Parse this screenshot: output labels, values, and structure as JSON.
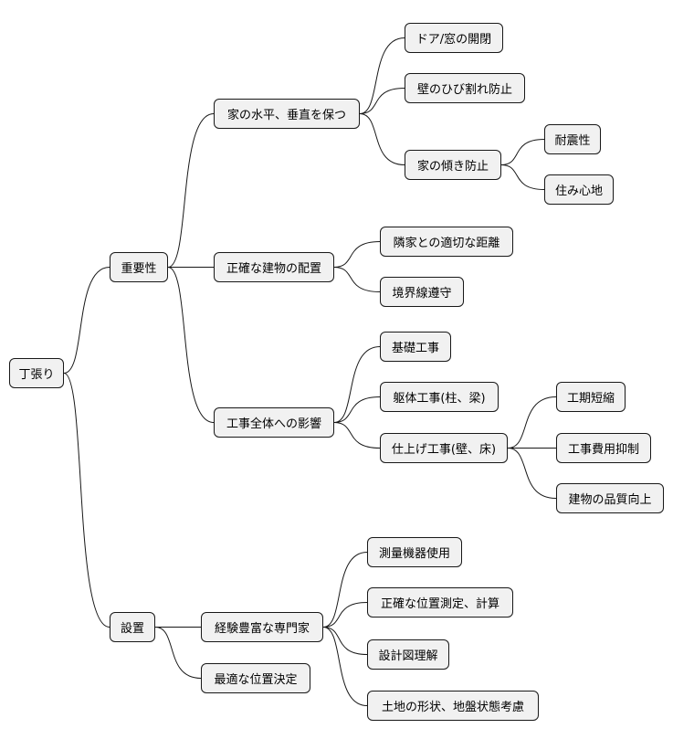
{
  "mindmap": {
    "root": "丁張り",
    "n_importance": "重要性",
    "n_level": "家の水平、垂直を保つ",
    "n_door": "ドア/窓の開閉",
    "n_crack": "壁のひび割れ防止",
    "n_tilt": "家の傾き防止",
    "n_quake": "耐震性",
    "n_comfort": "住み心地",
    "n_placement": "正確な建物の配置",
    "n_distance": "隣家との適切な距離",
    "n_boundary": "境界線遵守",
    "n_influence": "工事全体への影響",
    "n_foundation": "基礎工事",
    "n_frame": "躯体工事(柱、梁)",
    "n_finish": "仕上げ工事(壁、床)",
    "n_short": "工期短縮",
    "n_cost": "工事費用抑制",
    "n_quality": "建物の品質向上",
    "n_setup": "設置",
    "n_expert": "経験豊富な専門家",
    "n_instrument": "測量機器使用",
    "n_measure": "正確な位置測定、計算",
    "n_drawing": "設計図理解",
    "n_terrain": "土地の形状、地盤状態考慮",
    "n_decide": "最適な位置決定"
  }
}
